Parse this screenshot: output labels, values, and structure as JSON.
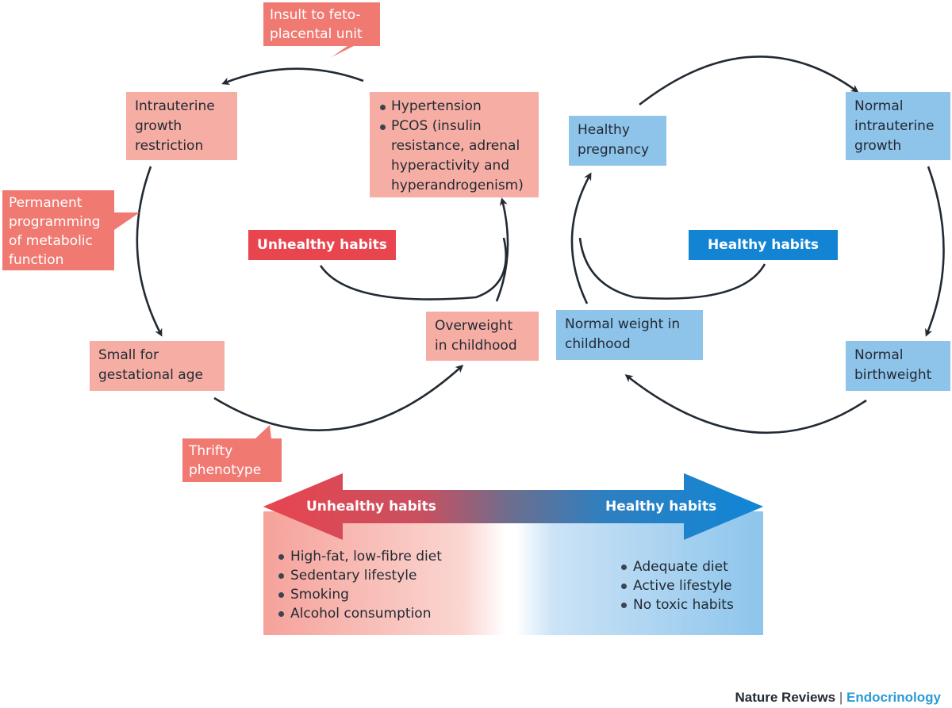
{
  "left_cycle": {
    "intrauterine_growth_restriction": [
      "Intrauterine",
      "growth",
      "restriction"
    ],
    "maternal_conditions": [
      "Hypertension",
      "PCOS (insulin resistance, adrenal hyperactivity and hyperandrogenism)"
    ],
    "overweight_in_childhood": [
      "Overweight",
      "in childhood"
    ],
    "small_for_gestational_age": [
      "Small for",
      "gestational age"
    ],
    "center_label": "Unhealthy habits"
  },
  "right_cycle": {
    "healthy_pregnancy": [
      "Healthy",
      "pregnancy"
    ],
    "normal_intrauterine_growth": [
      "Normal",
      "intrauterine",
      "growth"
    ],
    "normal_birthweight": [
      "Normal",
      "birthweight"
    ],
    "normal_weight_in_childhood": [
      "Normal weight in",
      "childhood"
    ],
    "center_label": "Healthy habits"
  },
  "callouts": {
    "insult": [
      "Insult to feto-",
      "placental unit"
    ],
    "programming": [
      "Permanent",
      "programming",
      "of metabolic",
      "function"
    ],
    "thrifty": [
      "Thrifty",
      "phenotype"
    ]
  },
  "habits_spectrum": {
    "unhealthy_label": "Unhealthy habits",
    "healthy_label": "Healthy habits",
    "unhealthy_items": [
      "High-fat, low-fibre diet",
      "Sedentary lifestyle",
      "Smoking",
      "Alcohol consumption"
    ],
    "healthy_items": [
      "Adequate diet",
      "Active lifestyle",
      "No toxic habits"
    ]
  },
  "footer": {
    "journal": "Nature Reviews",
    "separator": "|",
    "section": "Endocrinology"
  },
  "colors": {
    "pink_box": "#f6aea4",
    "blue_box": "#8ec3ea",
    "callout": "#f07a72",
    "unhealthy_tag": "#e8454f",
    "healthy_tag": "#1384d3",
    "arrow": "#222a33",
    "footer_section": "#2a9bd6"
  }
}
